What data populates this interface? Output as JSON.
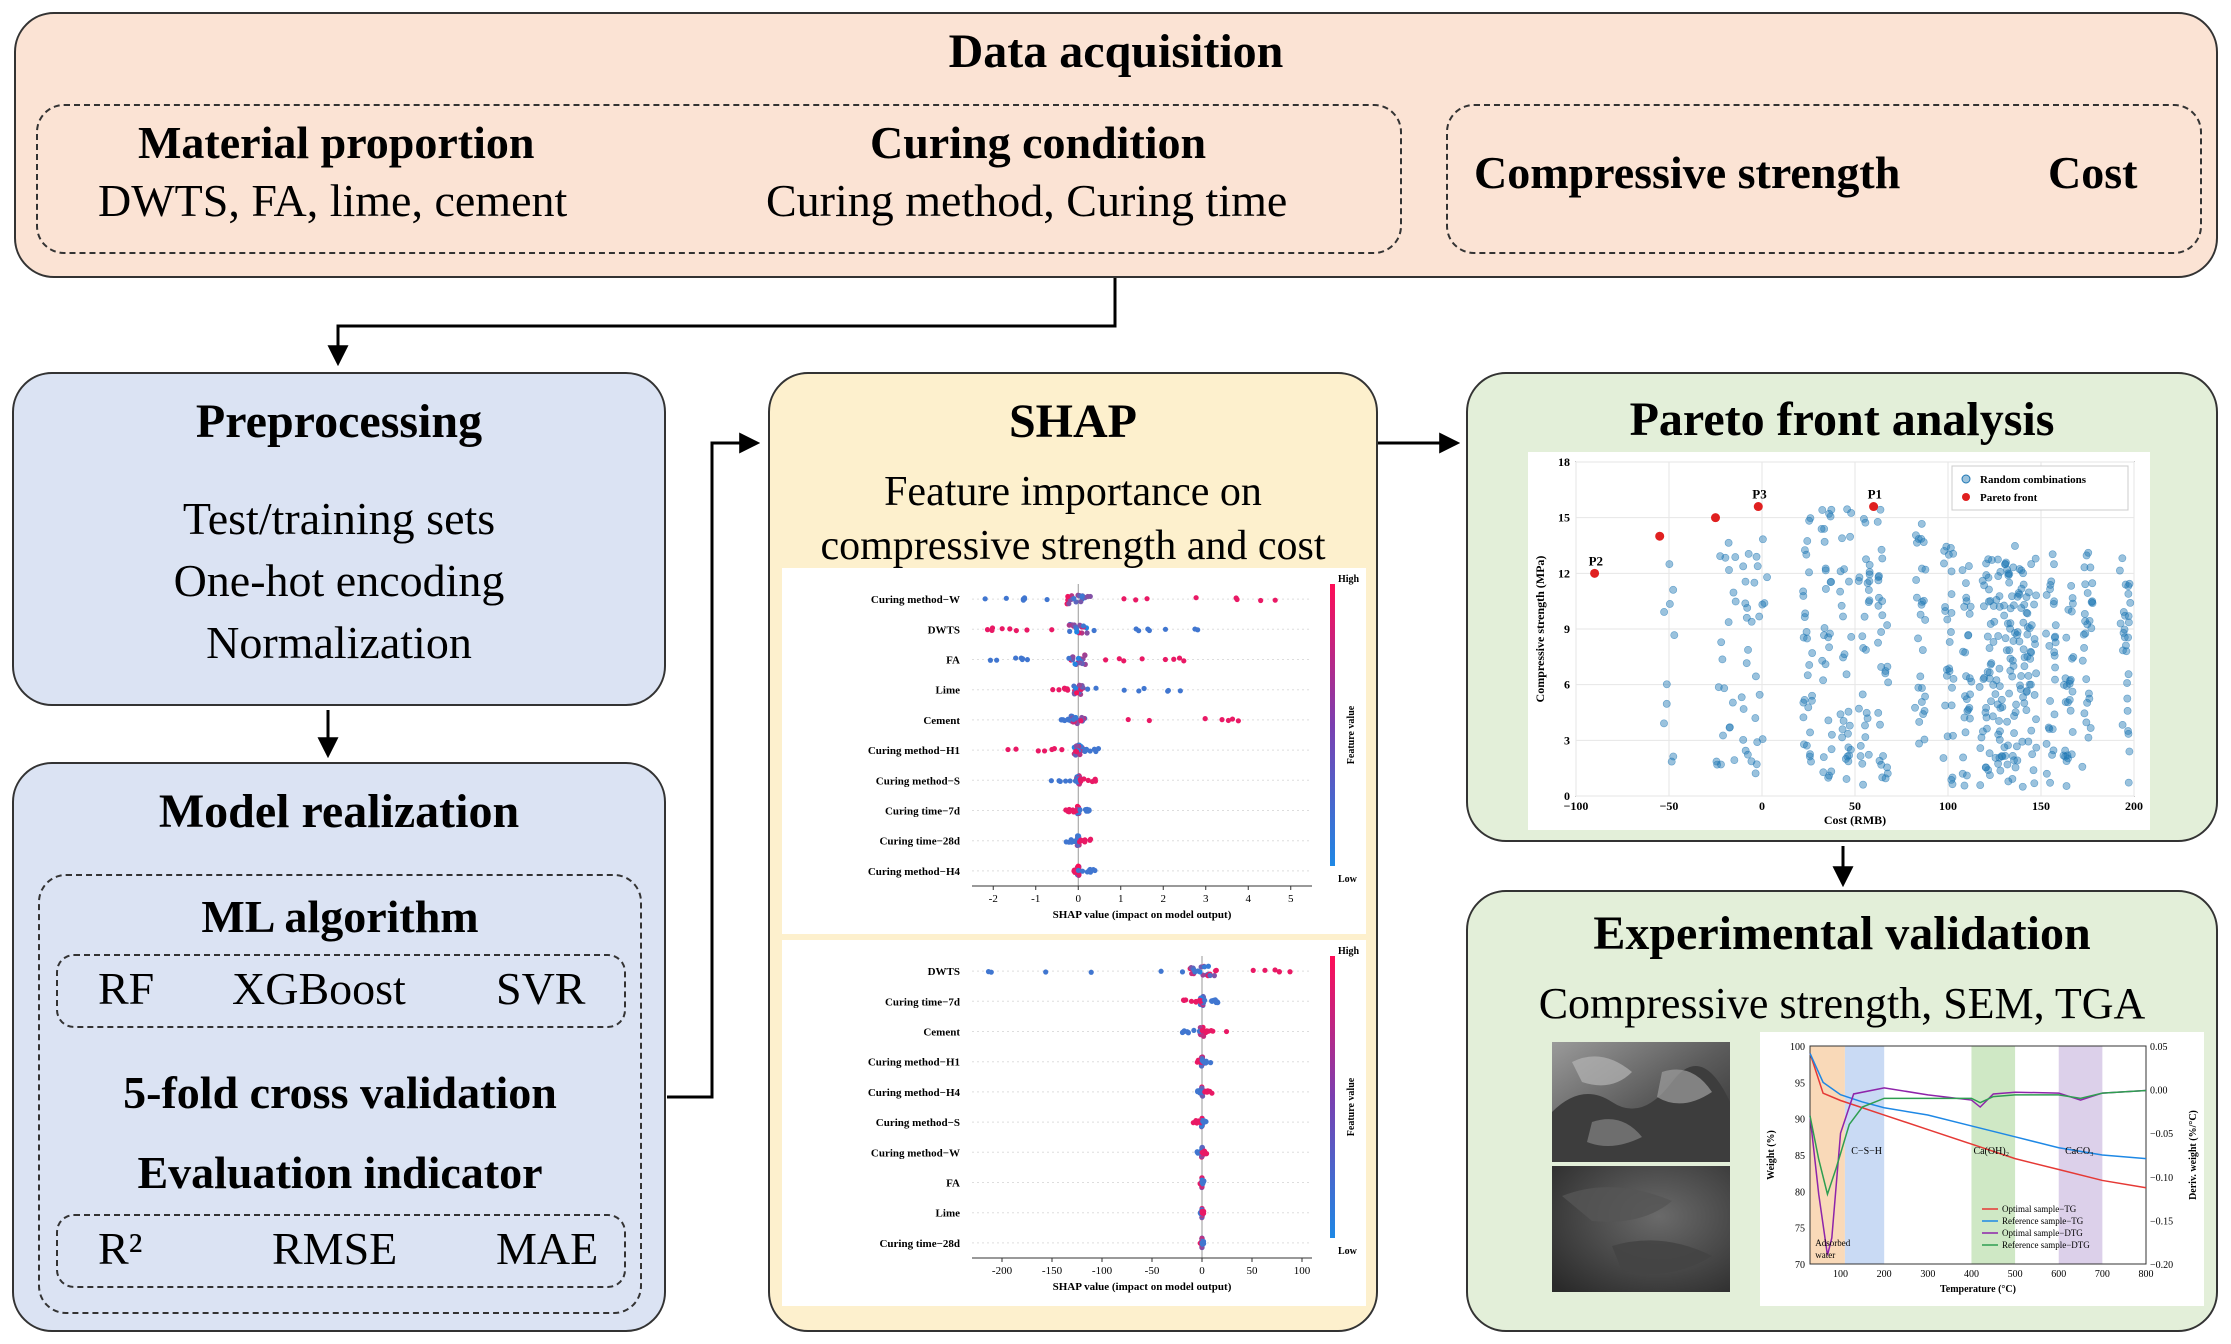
{
  "data_acquisition": {
    "title": "Data acquisition",
    "material": {
      "title": "Material proportion",
      "items": "DWTS, FA, lime, cement"
    },
    "curing": {
      "title": "Curing condition",
      "items": "Curing method, Curing time"
    },
    "outputs": [
      "Compressive strength",
      "Cost"
    ]
  },
  "preprocessing": {
    "title": "Preprocessing",
    "lines": [
      "Test/training sets",
      "One-hot encoding",
      "Normalization"
    ]
  },
  "model": {
    "title": "Model realization",
    "ml_title": "ML algorithm",
    "algorithms": [
      "RF",
      "XGBoost",
      "SVR"
    ],
    "cv": "5-fold cross validation",
    "eval_title": "Evaluation indicator",
    "metrics": [
      "R²",
      "RMSE",
      "MAE"
    ]
  },
  "shap": {
    "title": "SHAP",
    "subtitle1": "Feature importance on",
    "subtitle2": "compressive strength and cost"
  },
  "pareto": {
    "title": "Pareto front analysis"
  },
  "validation": {
    "title": "Experimental validation",
    "subtitle": "Compressive strength, SEM, TGA"
  },
  "colors": {
    "orange_panel": "#fbe3d4",
    "blue_panel": "#dbe3f3",
    "yellow_panel": "#fdf0cd",
    "green_panel": "#e3efd9",
    "shap_high": "#ff0d57",
    "shap_low": "#1e88e5",
    "scatter": "#1f77b4",
    "pareto": "#e02020"
  },
  "chart_data": [
    {
      "type": "scatter",
      "title": "",
      "xlabel": "SHAP value (impact on model output)",
      "ylabel": "",
      "xlim": [
        -2.5,
        5.5
      ],
      "xticks": [
        -2,
        -1,
        0,
        1,
        2,
        3,
        4,
        5
      ],
      "features": [
        "Curing method−W",
        "DWTS",
        "FA",
        "Lime",
        "Cement",
        "Curing method−H1",
        "Curing method−S",
        "Curing time−7d",
        "Curing time−28d",
        "Curing method−H4"
      ],
      "spread": [
        [
          -2.3,
          5
        ],
        [
          -2.2,
          3.1
        ],
        [
          -2.2,
          2.8
        ],
        [
          -0.6,
          2.5
        ],
        [
          -0.4,
          3.9
        ],
        [
          -1.9,
          0.5
        ],
        [
          -0.7,
          0.5
        ],
        [
          -0.3,
          0.3
        ],
        [
          -0.3,
          0.3
        ],
        [
          -0.1,
          0.4
        ]
      ],
      "colorbar": {
        "label": "Feature value",
        "high": "High",
        "low": "Low"
      }
    },
    {
      "type": "scatter",
      "title": "",
      "xlabel": "SHAP value (impact on model output)",
      "ylabel": "",
      "xlim": [
        -230,
        110
      ],
      "xticks": [
        -200,
        -150,
        -100,
        -50,
        0,
        50,
        100
      ],
      "features": [
        "DWTS",
        "Curing time−7d",
        "Cement",
        "Curing method−H1",
        "Curing method−H4",
        "Curing method−S",
        "Curing method−W",
        "FA",
        "Lime",
        "Curing time−28d"
      ],
      "spread": [
        [
          -215,
          100
        ],
        [
          -20,
          20
        ],
        [
          -20,
          25
        ],
        [
          -5,
          10
        ],
        [
          -5,
          10
        ],
        [
          -10,
          5
        ],
        [
          -5,
          5
        ],
        [
          -2,
          2
        ],
        [
          -2,
          2
        ],
        [
          -2,
          2
        ]
      ],
      "colorbar": {
        "label": "Feature value",
        "high": "High",
        "low": "Low"
      }
    },
    {
      "type": "scatter",
      "title": "",
      "xlabel": "Cost (RMB)",
      "ylabel": "Compressive strength (MPa)",
      "xlim": [
        -100,
        200
      ],
      "ylim": [
        0,
        18
      ],
      "xticks": [
        -100,
        -50,
        0,
        50,
        100,
        150,
        200
      ],
      "yticks": [
        0,
        3,
        6,
        9,
        12,
        15,
        18
      ],
      "legend": [
        "Random combinations",
        "Pareto front"
      ],
      "legend_position": "top-right",
      "pareto_points": [
        [
          -90,
          12
        ],
        [
          -55,
          14
        ],
        [
          -25,
          15
        ],
        [
          -2,
          15.6
        ],
        [
          60,
          15.6
        ]
      ],
      "labels": [
        {
          "text": "P2",
          "x": -90,
          "y": 12
        },
        {
          "text": "P3",
          "x": -2,
          "y": 15.6
        },
        {
          "text": "P1",
          "x": 60,
          "y": 15.6
        }
      ]
    },
    {
      "type": "line",
      "title": "",
      "xlabel": "Temperature (°C)",
      "ylabel": "Weight (%)",
      "y2label": "Deriv. weight (%/°C)",
      "xlim": [
        30,
        800
      ],
      "ylim": [
        70,
        100
      ],
      "y2lim": [
        -0.2,
        0.05
      ],
      "xticks": [
        100,
        200,
        300,
        400,
        500,
        600,
        700,
        800
      ],
      "yticks": [
        70,
        75,
        80,
        85,
        90,
        95,
        100
      ],
      "y2ticks": [
        0.05,
        0.0,
        -0.05,
        -0.1,
        -0.15,
        -0.2
      ],
      "y2ticklabels": [
        "0.05",
        "0.00",
        "−0.05",
        "−0.10",
        "−0.15",
        "−0.20"
      ],
      "bands": [
        {
          "label": "Adsorbed water",
          "x0": 30,
          "x1": 110,
          "color": "#f9d9b8"
        },
        {
          "label": "C−S−H",
          "x0": 110,
          "x1": 200,
          "color": "#c9daf4"
        },
        {
          "label": "Ca(OH)₂",
          "x0": 400,
          "x1": 500,
          "color": "#cfe8c5"
        },
        {
          "label": "CaCO₃",
          "x0": 600,
          "x1": 700,
          "color": "#dcd0ea"
        }
      ],
      "series": [
        {
          "name": "Optimal sample−TG",
          "color": "#e53935",
          "x": [
            30,
            60,
            100,
            150,
            200,
            300,
            400,
            500,
            600,
            700,
            800
          ],
          "y": [
            99,
            93.5,
            92.5,
            91.5,
            90.5,
            88.5,
            86.5,
            84.5,
            83,
            81.5,
            80.5
          ]
        },
        {
          "name": "Reference sample−TG",
          "color": "#1e88e5",
          "x": [
            30,
            60,
            100,
            150,
            200,
            300,
            400,
            500,
            600,
            700,
            800
          ],
          "y": [
            99,
            95,
            93.3,
            92.3,
            91.5,
            90.5,
            89,
            87.5,
            86,
            85,
            84.5
          ]
        },
        {
          "name": "Optimal sample−DTG",
          "color": "#8e24aa",
          "axis": "y2",
          "x": [
            30,
            50,
            70,
            80,
            100,
            130,
            200,
            300,
            400,
            420,
            450,
            500,
            600,
            650,
            700,
            800
          ],
          "y": [
            -0.03,
            -0.12,
            -0.19,
            -0.17,
            -0.05,
            -0.005,
            0.002,
            -0.006,
            -0.012,
            -0.02,
            -0.005,
            -0.003,
            -0.004,
            -0.012,
            -0.004,
            -0.001
          ]
        },
        {
          "name": "Reference sample−DTG",
          "color": "#2e9e50",
          "axis": "y2",
          "x": [
            30,
            50,
            70,
            90,
            120,
            150,
            200,
            300,
            400,
            420,
            450,
            500,
            600,
            650,
            700,
            800
          ],
          "y": [
            -0.03,
            -0.08,
            -0.12,
            -0.09,
            -0.04,
            -0.02,
            -0.01,
            -0.01,
            -0.01,
            -0.015,
            -0.008,
            -0.006,
            -0.006,
            -0.01,
            -0.004,
            -0.001
          ]
        }
      ]
    }
  ]
}
